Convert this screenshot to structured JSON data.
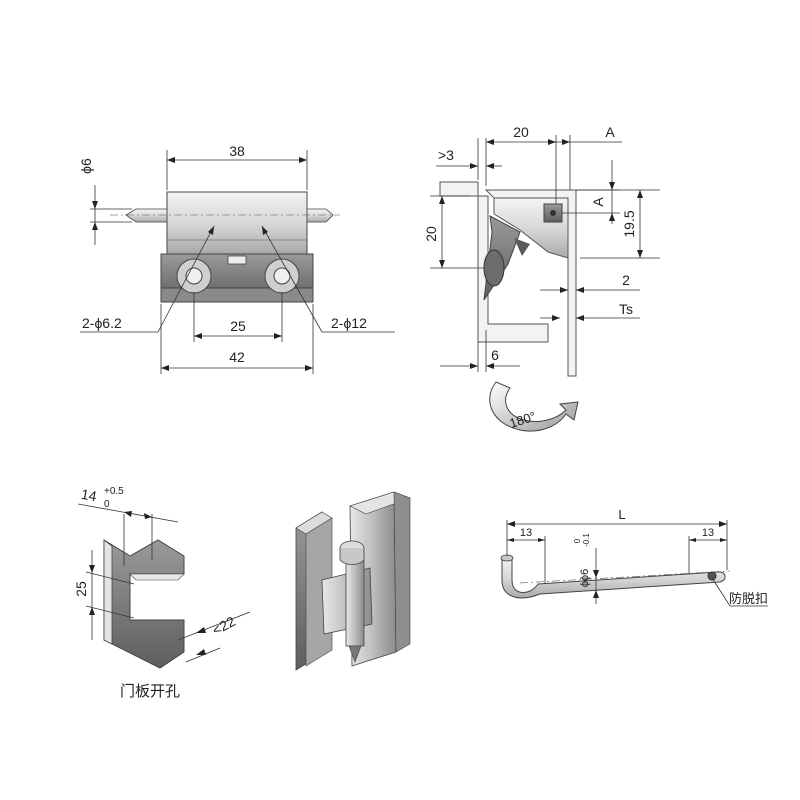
{
  "front_view": {
    "dim_pin_dia": "6",
    "dim_width_top": "38",
    "dim_hole_small": "2-ϕ6.2",
    "dim_hole_spacing": "25",
    "dim_hole_large": "2-ϕ12",
    "dim_width_bottom": "42"
  },
  "side_view": {
    "dim_gt3": ">3",
    "dim_20_top": "20",
    "dim_A_top": "A",
    "dim_A_right": "A",
    "dim_20_left": "20",
    "dim_19_5": "19.5",
    "dim_2": "2",
    "dim_Ts": "Ts",
    "dim_6": "6",
    "rotation_label": "180°"
  },
  "cutout_view": {
    "dim_14": "14",
    "tol_upper": "+0.5",
    "tol_lower": "0",
    "dim_25": "25",
    "dim_22": "<22",
    "caption": "门板开孔"
  },
  "pin_view": {
    "dim_L": "L",
    "dim_13_left": "13",
    "dim_13_right": "13",
    "dim_pin_dia": "ϕ6",
    "tol_upper": "0",
    "tol_lower": "-0.1",
    "anti_drop_label": "防脱扣"
  }
}
